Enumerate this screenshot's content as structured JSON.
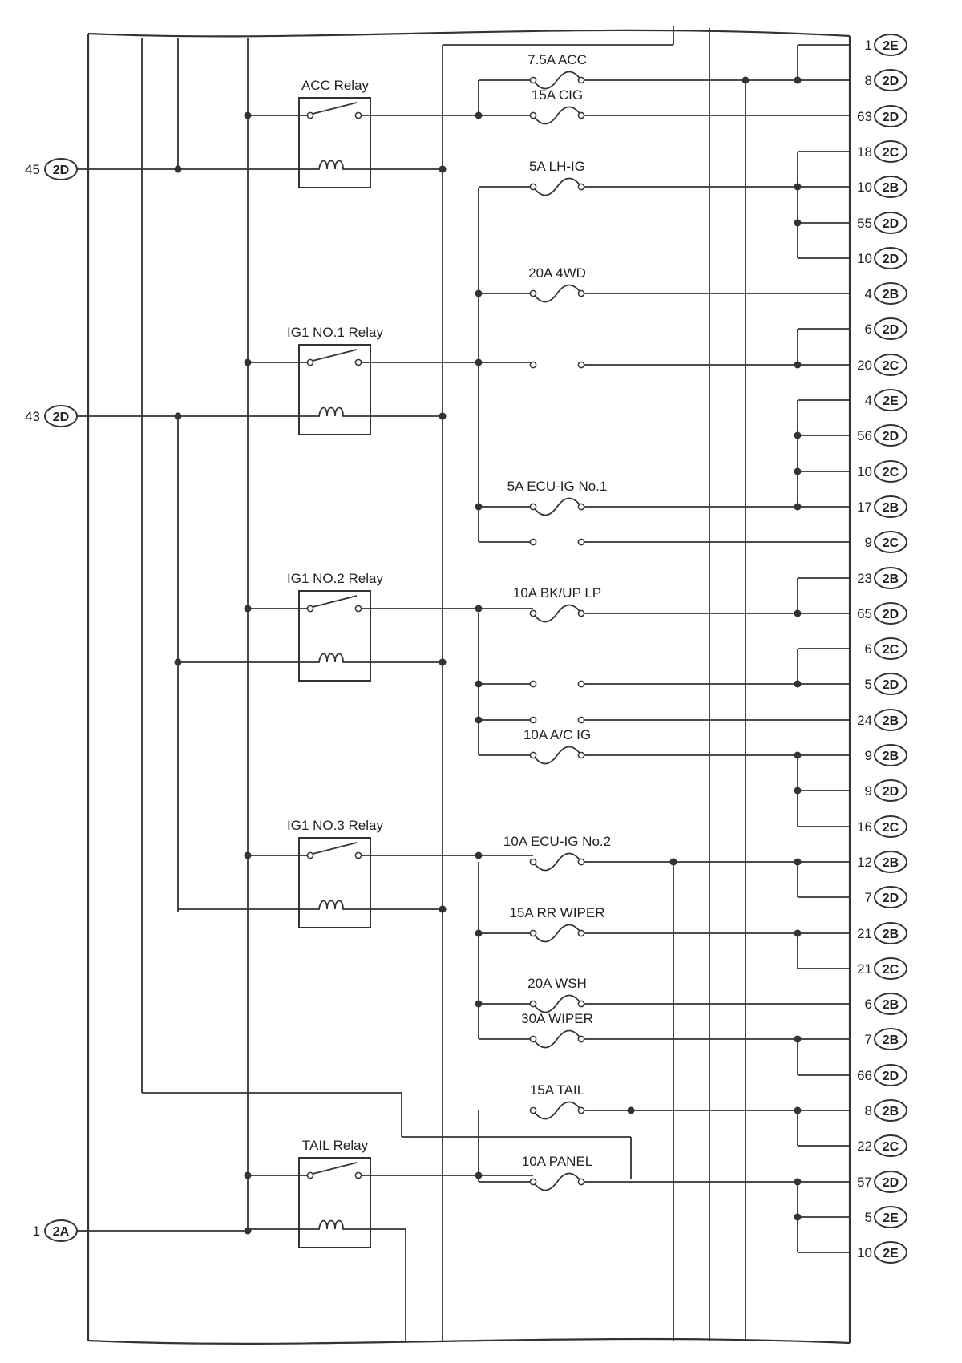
{
  "relays": [
    {
      "label": "ACC Relay"
    },
    {
      "label": "IG1 NO.1 Relay"
    },
    {
      "label": "IG1 NO.2 Relay"
    },
    {
      "label": "IG1 NO.3 Relay"
    },
    {
      "label": "TAIL Relay"
    }
  ],
  "fuses": [
    {
      "label": "7.5A ACC"
    },
    {
      "label": "15A CIG"
    },
    {
      "label": "5A LH-IG"
    },
    {
      "label": "20A 4WD"
    },
    {
      "label": "5A ECU-IG No.1"
    },
    {
      "label": "10A BK/UP LP"
    },
    {
      "label": "10A A/C IG"
    },
    {
      "label": "10A ECU-IG No.2"
    },
    {
      "label": "15A RR WIPER"
    },
    {
      "label": "20A WSH"
    },
    {
      "label": "30A WIPER"
    },
    {
      "label": "15A TAIL"
    },
    {
      "label": "10A PANEL"
    }
  ],
  "left_terminals": [
    {
      "pin": "45",
      "connector": "2D"
    },
    {
      "pin": "43",
      "connector": "2D"
    },
    {
      "pin": "1",
      "connector": "2A"
    }
  ],
  "right_terminals": [
    {
      "pin": "1",
      "connector": "2E"
    },
    {
      "pin": "8",
      "connector": "2D"
    },
    {
      "pin": "63",
      "connector": "2D"
    },
    {
      "pin": "18",
      "connector": "2C"
    },
    {
      "pin": "10",
      "connector": "2B"
    },
    {
      "pin": "55",
      "connector": "2D"
    },
    {
      "pin": "10",
      "connector": "2D"
    },
    {
      "pin": "4",
      "connector": "2B"
    },
    {
      "pin": "6",
      "connector": "2D"
    },
    {
      "pin": "20",
      "connector": "2C"
    },
    {
      "pin": "4",
      "connector": "2E"
    },
    {
      "pin": "56",
      "connector": "2D"
    },
    {
      "pin": "10",
      "connector": "2C"
    },
    {
      "pin": "17",
      "connector": "2B"
    },
    {
      "pin": "9",
      "connector": "2C"
    },
    {
      "pin": "23",
      "connector": "2B"
    },
    {
      "pin": "65",
      "connector": "2D"
    },
    {
      "pin": "6",
      "connector": "2C"
    },
    {
      "pin": "5",
      "connector": "2D"
    },
    {
      "pin": "24",
      "connector": "2B"
    },
    {
      "pin": "9",
      "connector": "2B"
    },
    {
      "pin": "9",
      "connector": "2D"
    },
    {
      "pin": "16",
      "connector": "2C"
    },
    {
      "pin": "12",
      "connector": "2B"
    },
    {
      "pin": "7",
      "connector": "2D"
    },
    {
      "pin": "21",
      "connector": "2B"
    },
    {
      "pin": "21",
      "connector": "2C"
    },
    {
      "pin": "6",
      "connector": "2B"
    },
    {
      "pin": "7",
      "connector": "2B"
    },
    {
      "pin": "66",
      "connector": "2D"
    },
    {
      "pin": "8",
      "connector": "2B"
    },
    {
      "pin": "22",
      "connector": "2C"
    },
    {
      "pin": "57",
      "connector": "2D"
    },
    {
      "pin": "5",
      "connector": "2E"
    },
    {
      "pin": "10",
      "connector": "2E"
    }
  ]
}
